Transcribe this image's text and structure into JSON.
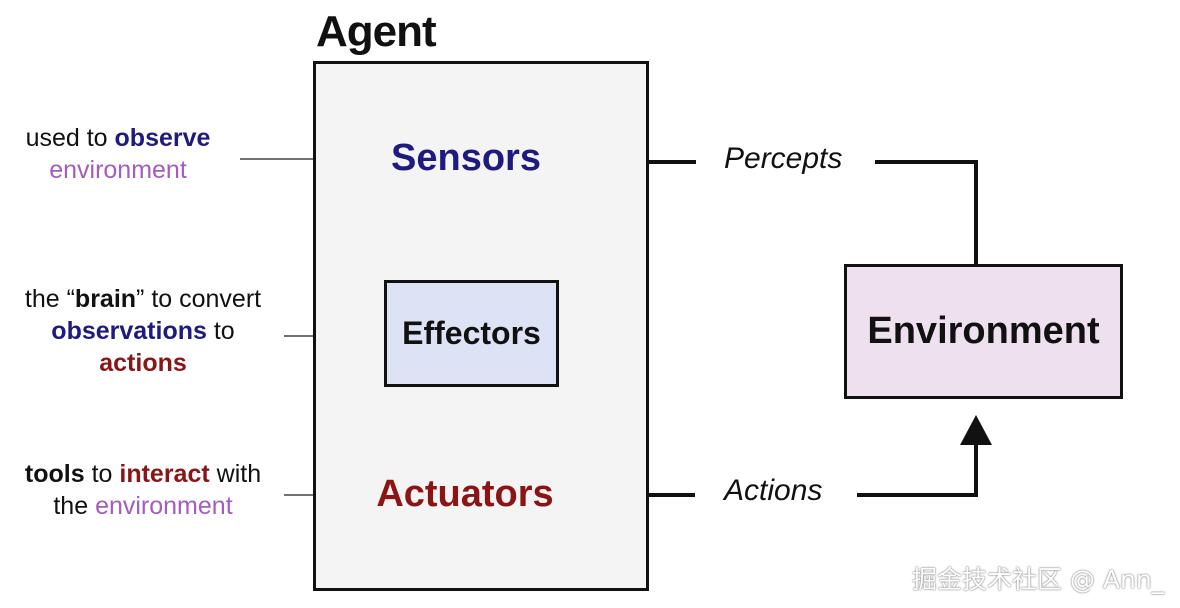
{
  "agent": {
    "title": "Agent",
    "sensors": "Sensors",
    "effectors": "Effectors",
    "actuators": "Actuators"
  },
  "environment": {
    "label": "Environment"
  },
  "flows": {
    "percepts": "Percepts",
    "actions": "Actions"
  },
  "notes": {
    "sensors": {
      "part1": "used to ",
      "part2": "observe",
      "part3": "environment"
    },
    "effectors": {
      "part1": "the “",
      "part2": "brain",
      "part3": "” to convert",
      "part4": "observations",
      "part5": " to",
      "part6": "actions"
    },
    "actuators": {
      "part1": "tools",
      "part2": " to ",
      "part3": "interact",
      "part4": " with",
      "part5": "the ",
      "part6": "environment"
    }
  },
  "watermark": "掘金技术社区 @ Ann_",
  "colors": {
    "sensors": "#1f1a80",
    "actuators": "#8b1414",
    "environment_text": "#a45cbe",
    "effectors_fill": "#dde2f4",
    "environment_fill": "#efe0f0",
    "agent_fill": "#f4f4f4"
  }
}
